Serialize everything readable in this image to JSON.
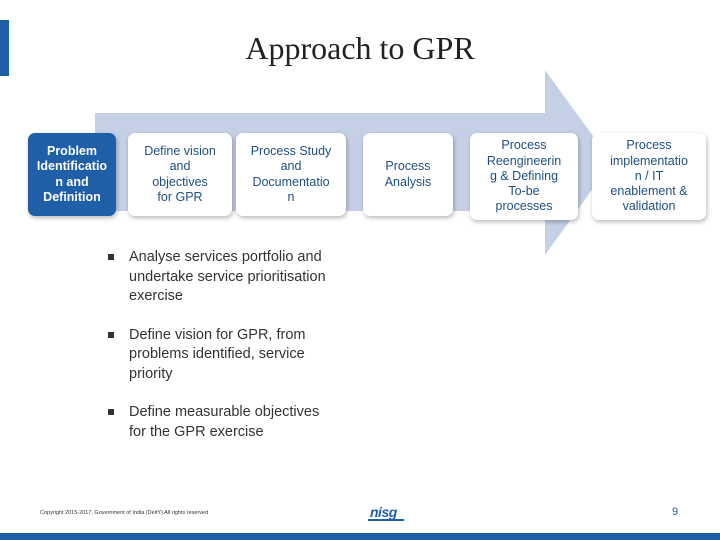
{
  "title": "Approach to GPR",
  "arrow_color": "#c5d0e6",
  "primary_color": "#1f5fa8",
  "steps": [
    {
      "label": "Problem\nIdentificatio\nn and\nDefinition",
      "style": "dark"
    },
    {
      "label": "Define vision\nand\nobjectives\nfor GPR",
      "style": "light"
    },
    {
      "label": "Process Study\nand\nDocumentatio\nn",
      "style": "light"
    },
    {
      "label": "Process\nAnalysis",
      "style": "light"
    },
    {
      "label": "Process\nReengineerin\ng & Defining\nTo-be\nprocesses",
      "style": "light"
    },
    {
      "label": "Process\nimplementatio\nn  / IT\nenablement &\nvalidation",
      "style": "light"
    }
  ],
  "bullets": [
    "Analyse services portfolio and undertake service prioritisation exercise",
    "Define vision for GPR, from problems identified, service priority",
    "Define measurable objectives for the GPR exercise"
  ],
  "footer": {
    "copyright": "Copyright 2015-2017, Government of India (DeitY) All rights reserved",
    "logo_text": "nisg",
    "page_number": "9"
  }
}
